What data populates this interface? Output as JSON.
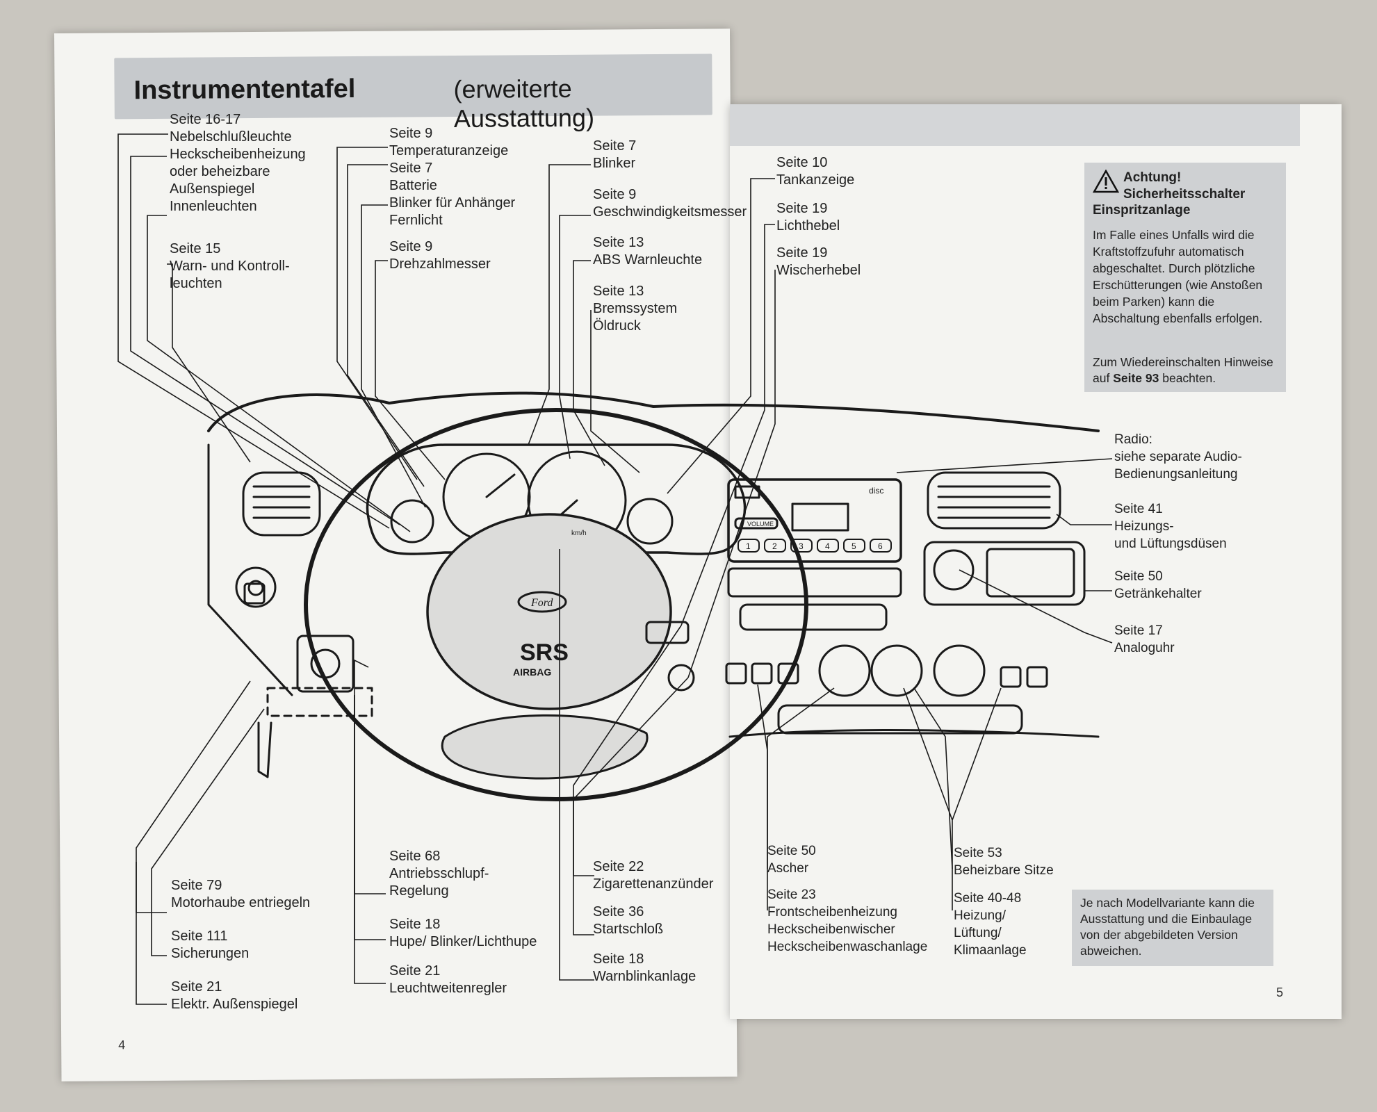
{
  "left_page": {
    "title_main": "Instrumententafel",
    "title_sub": "(erweiterte Ausstattung)",
    "page_number": "4",
    "labels": [
      {
        "id": "l1",
        "page": "Seite 16-17",
        "text": "Nebelschlußleuchte\nHeckscheibenheizung\noder beheizbare\nAußenspiegel\nInnenleuchten"
      },
      {
        "id": "l2",
        "page": "Seite 15",
        "text": "Warn- und Kontroll-\nleuchten"
      },
      {
        "id": "l3",
        "page": "Seite 9",
        "text": "Temperaturanzeige"
      },
      {
        "id": "l4",
        "page": "Seite 7",
        "text": "Batterie\nBlinker für Anhänger\nFernlicht"
      },
      {
        "id": "l5",
        "page": "Seite 9",
        "text": "Drehzahlmesser"
      },
      {
        "id": "l6",
        "page": "Seite 7",
        "text": "Blinker"
      },
      {
        "id": "l7",
        "page": "Seite 9",
        "text": "Geschwindigkeitsmesser"
      },
      {
        "id": "l8",
        "page": "Seite 13",
        "text": "ABS Warnleuchte"
      },
      {
        "id": "l9",
        "page": "Seite 13",
        "text": "Bremssystem\nÖldruck"
      },
      {
        "id": "l10",
        "page": "Seite 79",
        "text": "Motorhaube entriegeln"
      },
      {
        "id": "l11",
        "page": "Seite 111",
        "text": "Sicherungen"
      },
      {
        "id": "l12",
        "page": "Seite 21",
        "text": "Elektr. Außenspiegel"
      },
      {
        "id": "l13",
        "page": "Seite 68",
        "text": "Antriebsschlupf-\nRegelung"
      },
      {
        "id": "l14",
        "page": "Seite 18",
        "text": "Hupe/ Blinker/Lichthupe"
      },
      {
        "id": "l15",
        "page": "Seite 21",
        "text": "Leuchtweitenregler"
      },
      {
        "id": "l16",
        "page": "Seite 22",
        "text": "Zigarettenanzünder"
      },
      {
        "id": "l17",
        "page": "Seite 36",
        "text": "Startschloß"
      },
      {
        "id": "l18",
        "page": "Seite 18",
        "text": "Warnblinkanlage"
      }
    ],
    "dash_text": {
      "srs": "SRS",
      "airbag": "AIRBAG",
      "brand": "Ford",
      "kmh": "km/h"
    }
  },
  "right_page": {
    "page_number": "5",
    "labels": [
      {
        "id": "r1",
        "page": "Seite 10",
        "text": "Tankanzeige"
      },
      {
        "id": "r2",
        "page": "Seite 19",
        "text": "Lichthebel"
      },
      {
        "id": "r3",
        "page": "Seite 19",
        "text": "Wischerhebel"
      },
      {
        "id": "r4",
        "page": "",
        "text": "Radio:\nsiehe separate Audio-\nBedienungsanleitung"
      },
      {
        "id": "r5",
        "page": "Seite 41",
        "text": "Heizungs-\nund Lüftungsdüsen"
      },
      {
        "id": "r6",
        "page": "Seite 50",
        "text": "Getränkehalter"
      },
      {
        "id": "r7",
        "page": "Seite 17",
        "text": "Analoguhr"
      },
      {
        "id": "r8",
        "page": "Seite 50",
        "text": "Ascher"
      },
      {
        "id": "r9",
        "page": "Seite 23",
        "text": "Frontscheibenheizung\nHeckscheibenwischer\nHeckscheibenwaschanlage"
      },
      {
        "id": "r10",
        "page": "Seite 53",
        "text": "Beheizbare Sitze"
      },
      {
        "id": "r11",
        "page": "Seite 40-48",
        "text": "Heizung/\nLüftung/\nKlimaanlage"
      }
    ],
    "warning": {
      "heading": "Achtung!\nSicherheitsschalter",
      "heading2": "Einspritzanlage",
      "body": "Im Falle eines Unfalls wird die Kraftstoffzufuhr automatisch abgeschaltet. Durch plötzliche Erschütterungen (wie Anstoßen beim Parken) kann die Abschaltung ebenfalls erfolgen.",
      "body2_pre": "Zum Wiedereinschalten Hinweise auf",
      "body2_bold": "Seite 93",
      "body2_post": "beachten."
    },
    "note": "Je nach Modellvariante kann die Ausstattung und die Einbaulage von der abgebildeten Version abweichen.",
    "radio_text": {
      "disc": "disc",
      "volume": "VOLUME",
      "presets": [
        "1",
        "2",
        "3",
        "4",
        "5",
        "6"
      ]
    }
  }
}
